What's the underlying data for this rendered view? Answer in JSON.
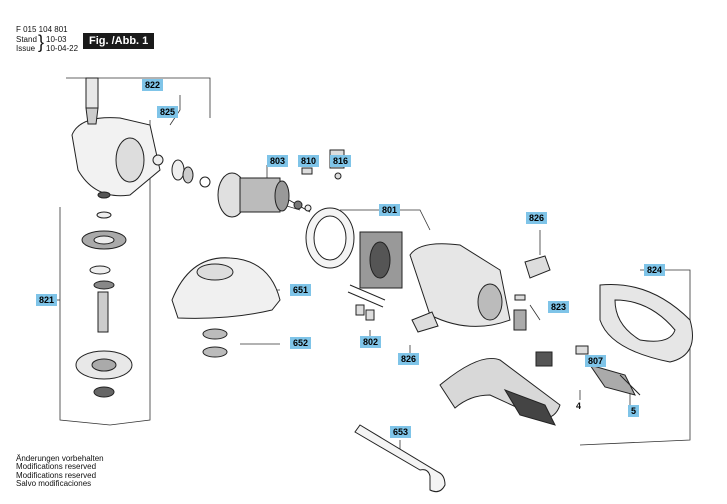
{
  "header": {
    "part_number": "F 015 104 801",
    "stand_label": "Stand",
    "stand_date": "10-03",
    "issue_label": "Issue",
    "issue_date": "10-04-22",
    "figure_label": "Fig. /Abb. 1"
  },
  "callouts": {
    "c822": "822",
    "c825": "825",
    "c803": "803",
    "c810": "810",
    "c816": "816",
    "c801": "801",
    "c826a": "826",
    "c824": "824",
    "c823": "823",
    "c821": "821",
    "c651": "651",
    "c652": "652",
    "c802": "802",
    "c826b": "826",
    "c807": "807",
    "c4": "4",
    "c5": "5",
    "c653": "653"
  },
  "footer": {
    "line1": "Änderungen vorbehalten",
    "line2": "Modifications reserved",
    "line3": "Modifications reserved",
    "line4": "Salvo modificaciones"
  },
  "colors": {
    "callout_bg": "#7fc4e8",
    "line": "#333333"
  }
}
